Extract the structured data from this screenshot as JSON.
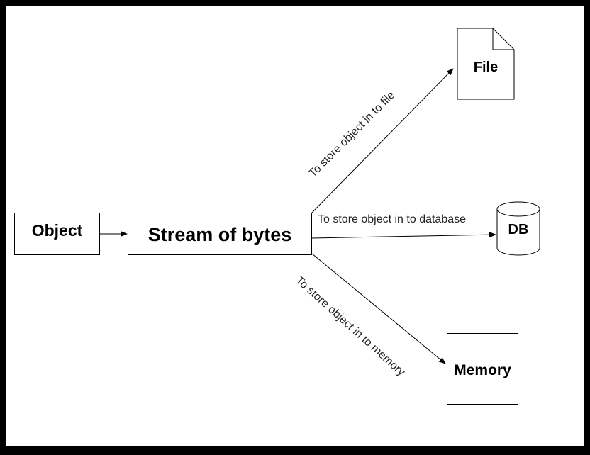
{
  "nodes": {
    "object": "Object",
    "stream": "Stream of bytes",
    "file": "File",
    "db": "DB",
    "memory": "Memory"
  },
  "edges": {
    "to_file": "To store object in to file",
    "to_db": "To store object in to database",
    "to_memory": "To store object in to memory"
  },
  "colors": {
    "background": "#ffffff",
    "frame": "#000000",
    "stroke": "#000000"
  }
}
